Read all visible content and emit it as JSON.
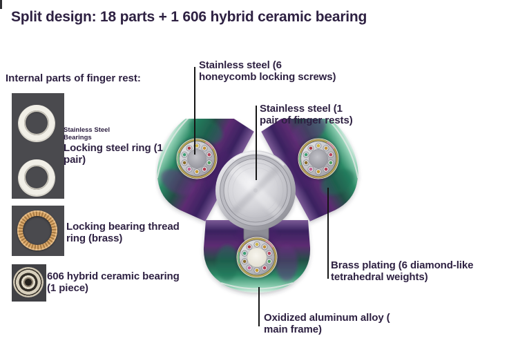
{
  "title": "Split design: 18 parts + 1 606 hybrid ceramic bearing",
  "colors": {
    "text": "#2e2142",
    "panel-bg": "#4a4a4e",
    "steel-ring": "#f1efe7",
    "line": "#141414",
    "brass": "#c99a5e",
    "frame-purple": "#5d2c72",
    "frame-green": "#2c8a66",
    "steel-cap": "#c9c9cf"
  },
  "left_panel": {
    "heading": "Internal parts of finger rest:",
    "items": [
      {
        "sub_label": "Stainless Steel\nBearings",
        "label": "Locking steel ring (1\npair)"
      },
      {
        "label": "Locking bearing thread\nring (brass)"
      },
      {
        "label": "606 hybrid ceramic bearing\n(1 piece)"
      }
    ]
  },
  "callouts": [
    {
      "label": "Stainless steel (6\nhoneycomb locking screws)"
    },
    {
      "label": "Stainless steel (1\npair of finger rests)"
    },
    {
      "label": "Brass plating (6 diamond-like\ntetrahedral weights)"
    },
    {
      "label": "Oxidized aluminum alloy (\nmain frame)"
    }
  ]
}
